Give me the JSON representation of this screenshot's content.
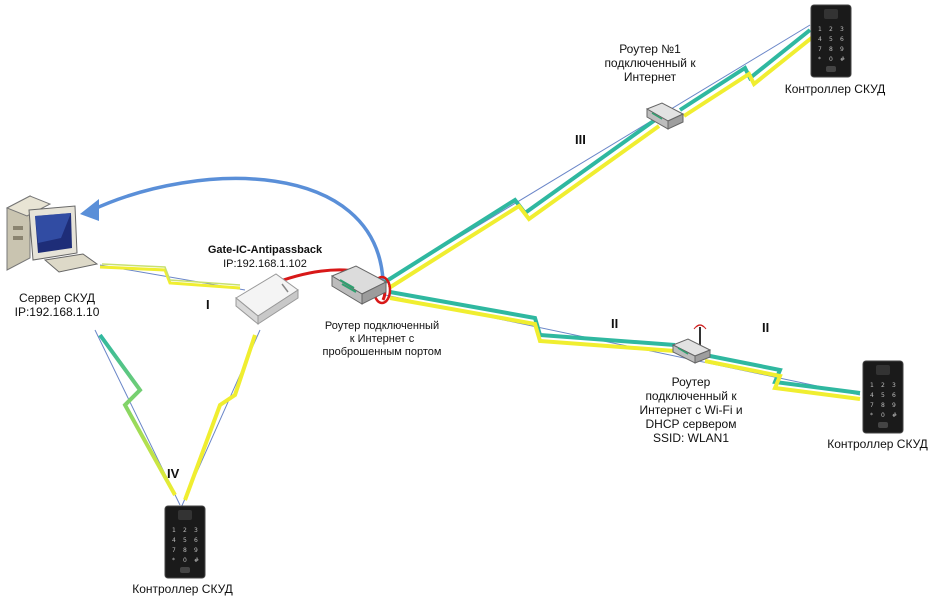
{
  "server": {
    "name": "Сервер СКУД",
    "ip": "IP:192.168.1.10"
  },
  "gate": {
    "name": "Gate-IC-Antipassback",
    "ip": "IP:192.168.1.102"
  },
  "router_main": {
    "lines": [
      "Роутер подключенный",
      "к Интернет с",
      "проброшенным портом"
    ]
  },
  "router1": {
    "lines": [
      "Роутер №1",
      "подключенный к",
      "Интернет"
    ]
  },
  "router_wifi": {
    "lines": [
      "Роутер",
      "подключенный к",
      "Интернет с Wi-Fi и",
      "DHCP сервером",
      "SSID: WLAN1"
    ]
  },
  "controllers": {
    "top_right": "Контроллер СКУД",
    "mid_right": "Контроллер СКУД",
    "bottom": "Контроллер СКУД"
  },
  "segments": {
    "I": "I",
    "II_a": "II",
    "II_b": "II",
    "III": "III",
    "IV": "IV"
  },
  "colors": {
    "link_green": "#2fb8a0",
    "link_yellow": "#f0ee30",
    "arrow_blue": "#5a8fd8",
    "arrow_red": "#d81818",
    "line_blue": "#6a86c8"
  }
}
